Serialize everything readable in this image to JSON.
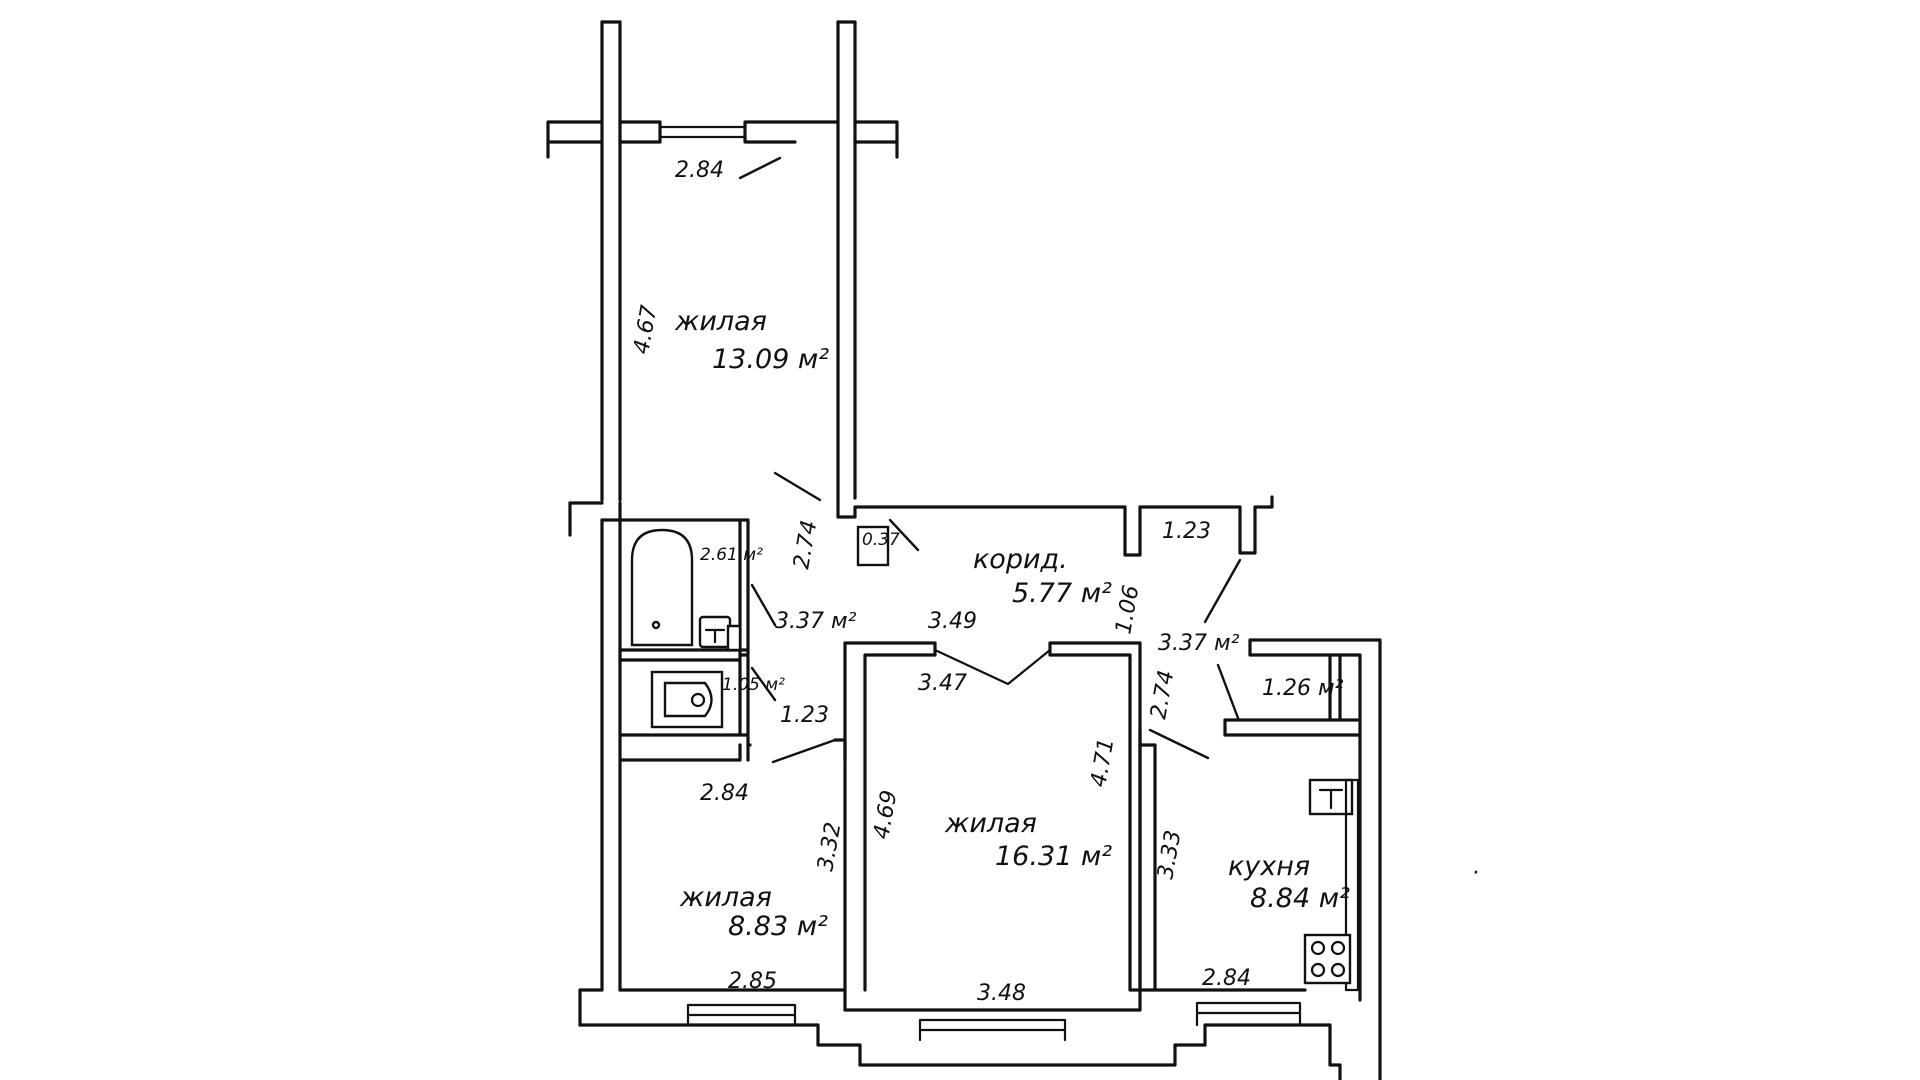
{
  "rooms": {
    "top_room": {
      "name": "жилая",
      "area": "13.09 м²"
    },
    "corridor": {
      "name": "корид.",
      "area": "5.77 м²"
    },
    "center_room": {
      "name": "жилая",
      "area": "16.31 м²"
    },
    "bottom_left_room": {
      "name": "жилая",
      "area": "8.83 м²"
    },
    "kitchen": {
      "name": "кухня",
      "area": "8.84 м²"
    }
  },
  "small_areas": {
    "bath": "2.61 м²",
    "toilet": "1.05 м²",
    "closet": "0.37",
    "storage": "1.26 м²",
    "hall_left": "3.37 м²",
    "hall_right": "3.37 м²"
  },
  "dimensions": {
    "top_room_width": "2.84",
    "top_room_length": "4.67",
    "bath_side": "2.74",
    "corridor_width": "3.49",
    "corridor_right_width": "1.23",
    "corridor_side": "1.06",
    "center_top": "3.47",
    "center_left": "4.69",
    "center_right": "4.71",
    "center_bottom": "3.48",
    "left_room_top": "2.84",
    "left_room_door": "1.23",
    "left_room_side": "3.32",
    "left_room_bottom": "2.85",
    "kitchen_door_side": "2.74",
    "kitchen_side": "3.33",
    "kitchen_bottom": "2.84"
  },
  "stray_mark": "·"
}
